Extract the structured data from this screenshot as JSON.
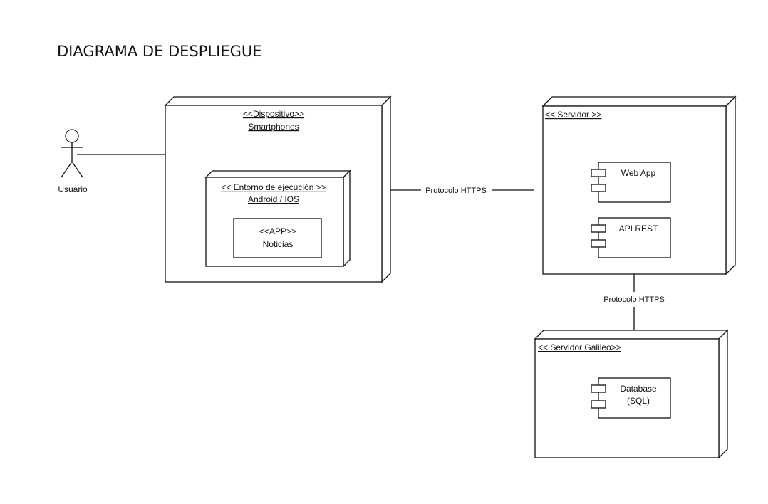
{
  "title": "DIAGRAMA DE DESPLIEGUE",
  "actor": {
    "label": "Usuario"
  },
  "nodes": {
    "dispositivo": {
      "stereotype": "<<Dispositivo>>",
      "name": "Smartphones"
    },
    "entorno": {
      "stereotype": "<< Entorno de ejecución >>",
      "name": "Android / IOS"
    },
    "servidor": {
      "stereotype": "<< Servidor >>"
    },
    "galileo": {
      "stereotype": "<< Servidor Galileo>>"
    }
  },
  "artifacts": {
    "app": {
      "stereotype": "<<APP>>",
      "name": "Noticias"
    }
  },
  "components": {
    "web_app": {
      "line1": "Web App"
    },
    "api_rest": {
      "line1": "API REST"
    },
    "database": {
      "line1": "Database",
      "line2": "(SQL)"
    }
  },
  "connections": {
    "device_to_server": "Protocolo HTTPS",
    "server_to_galileo": "Protocolo HTTPS"
  },
  "colors": {
    "stroke": "#111111",
    "background": "#ffffff"
  }
}
